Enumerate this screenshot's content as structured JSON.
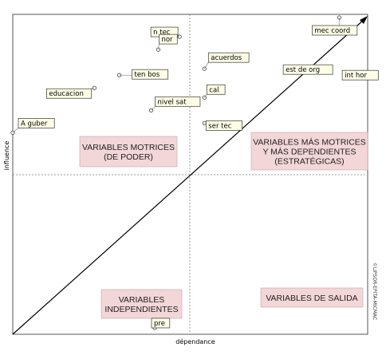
{
  "chart_data": {
    "type": "scatter",
    "xlabel": "dépendance",
    "ylabel": "influence",
    "credit": "©LIPSOR-EPITA-MICMAC",
    "zones": [
      {
        "id": "motrices",
        "lines": [
          "VARIABLES MOTRICES",
          "(DE PODER)"
        ]
      },
      {
        "id": "estrategicas",
        "lines": [
          "VARIABLES MÁS MOTRICES",
          "Y MÁS DEPENDIENTES",
          "(ESTRATÉGICAS)"
        ]
      },
      {
        "id": "independientes",
        "lines": [
          "VARIABLES",
          "INDEPENDIENTES"
        ]
      },
      {
        "id": "salida",
        "lines": [
          "VARIABLES DE SALIDA"
        ]
      }
    ],
    "points": [
      {
        "label": "n tec",
        "x": 0.47,
        "y": 0.93
      },
      {
        "label": "nor",
        "x": 0.41,
        "y": 0.89
      },
      {
        "label": "mec coord",
        "x": 0.92,
        "y": 0.99
      },
      {
        "label": "acuerdos",
        "x": 0.54,
        "y": 0.83
      },
      {
        "label": "est de org",
        "x": 0.87,
        "y": 0.82
      },
      {
        "label": "ten bos",
        "x": 0.3,
        "y": 0.81
      },
      {
        "label": "int hor",
        "x": 0.98,
        "y": 0.81
      },
      {
        "label": "educacion",
        "x": 0.23,
        "y": 0.77
      },
      {
        "label": "cal",
        "x": 0.54,
        "y": 0.74
      },
      {
        "label": "nivel sat",
        "x": 0.39,
        "y": 0.7
      },
      {
        "label": "A guber",
        "x": 0.0,
        "y": 0.63
      },
      {
        "label": "ser tec",
        "x": 0.54,
        "y": 0.66
      },
      {
        "label": "pre",
        "x": 0.4,
        "y": 0.02
      }
    ]
  }
}
